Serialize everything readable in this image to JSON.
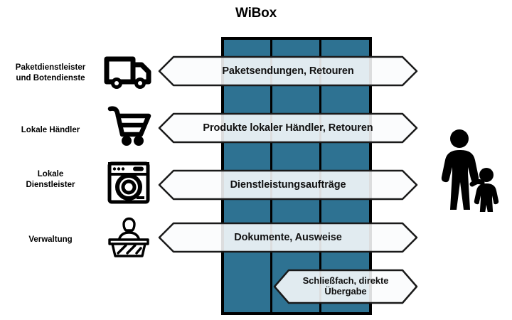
{
  "diagram": {
    "title": "WiBox",
    "colors": {
      "locker_fill": "#2e7292",
      "locker_border": "#000000",
      "arrow_fill": "#fbfcfd",
      "arrow_border": "#1a1a1a",
      "text": "#000000"
    },
    "rows": [
      {
        "label": "Paketdienstleister\nund Botendienste",
        "label_line1": "Paketdienstleister",
        "label_line2": "und Botendienste",
        "icon": "delivery-truck-icon",
        "arrow_text": "Paketsendungen, Retouren",
        "arrow_type": "double-headed"
      },
      {
        "label": "Lokale Händler",
        "label_line1": "Lokale Händler",
        "label_line2": "",
        "icon": "shopping-cart-icon",
        "arrow_text": "Produkte lokaler Händler, Retouren",
        "arrow_type": "double-headed"
      },
      {
        "label": "Lokale\nDienstleister",
        "label_line1": "Lokale",
        "label_line2": "Dienstleister",
        "icon": "washing-machine-icon",
        "arrow_text": "Dienstleistungsaufträge",
        "arrow_type": "double-headed"
      },
      {
        "label": "Verwaltung",
        "label_line1": "Verwaltung",
        "label_line2": "",
        "icon": "service-counter-icon",
        "arrow_text": "Dokumente, Ausweise",
        "arrow_type": "double-headed"
      }
    ],
    "customer_arrow": {
      "line1": "Schließfach, direkte",
      "line2": "Übergabe",
      "arrow_type": "double-headed"
    },
    "customer_figure": {
      "icon": "adult-and-child-icon",
      "label": ""
    }
  }
}
